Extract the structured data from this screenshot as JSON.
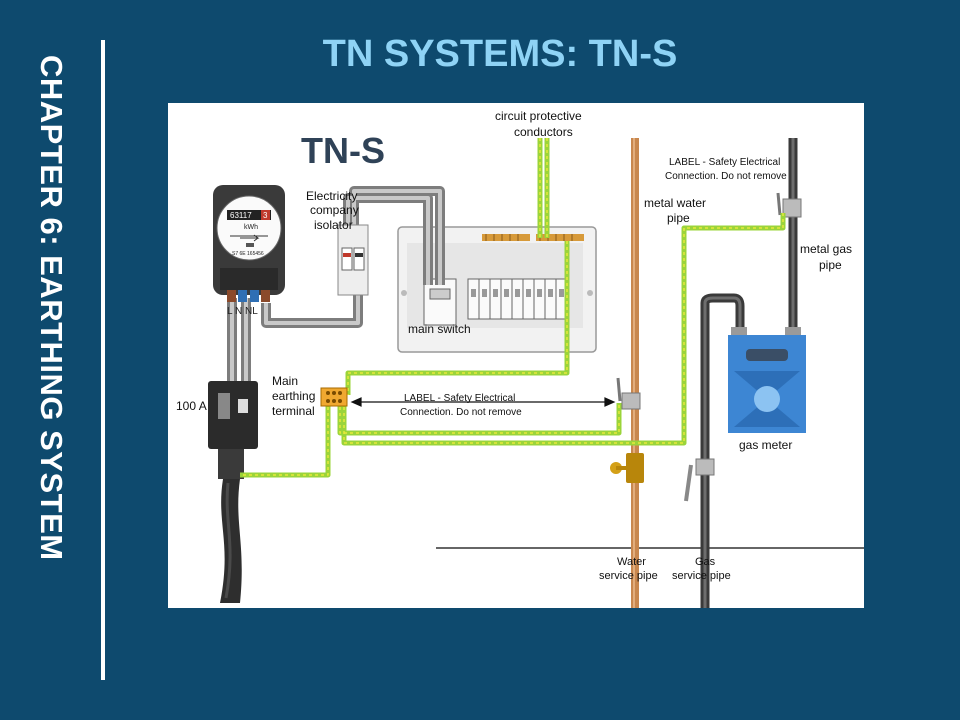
{
  "slide": {
    "side_title": "CHAPTER 6: EARTHING SYSTEM",
    "title": "TN SYSTEMS: TN-S"
  },
  "diagram": {
    "heading": "TN-S",
    "labels": {
      "cpc": [
        "circuit protective",
        "conductors"
      ],
      "isolator": [
        "Electricity",
        "company",
        "isolator"
      ],
      "label_top": [
        "LABEL - Safety Electrical",
        "Connection. Do not remove"
      ],
      "water_pipe": [
        "metal water",
        "pipe"
      ],
      "gas_pipe": [
        "metal gas",
        "pipe"
      ],
      "main_switch": "main switch",
      "met": [
        "Main",
        "earthing",
        "terminal"
      ],
      "label_mid": [
        "LABEL - Safety Electrical",
        "Connection. Do not remove"
      ],
      "fuse": "100 A",
      "gas_meter": "gas meter",
      "water_service": [
        "Water",
        "service pipe"
      ],
      "gas_service": [
        "Gas",
        "service pipe"
      ],
      "terminals": "L N NL"
    },
    "meter": {
      "reading": "63117",
      "reading_last": "3",
      "unit": "kWh",
      "serial": "S7 6E 165456"
    }
  },
  "colors": {
    "background": "#0e4a6e",
    "title": "#8fd3f5",
    "earth_wire": "#9bd43a",
    "copper_pipe": "#c8874e",
    "gas_meter": "#3d86d3"
  }
}
